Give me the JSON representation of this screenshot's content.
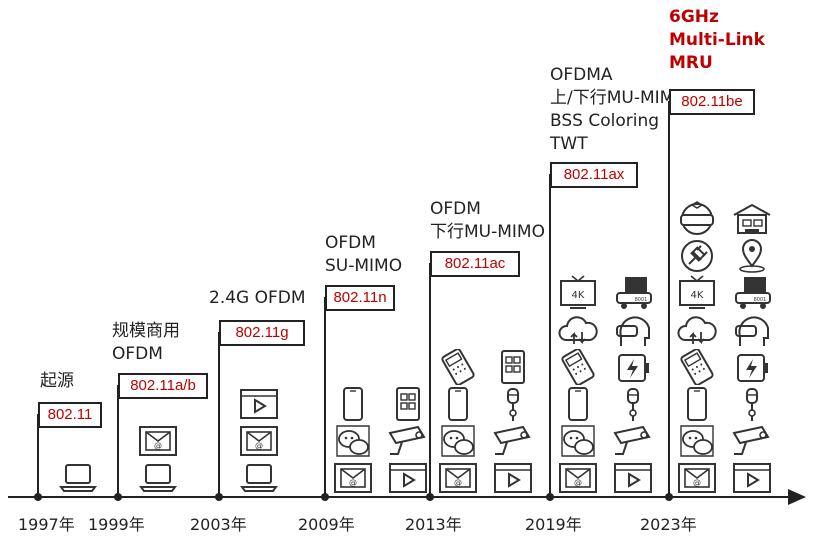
{
  "title": "",
  "colors": {
    "standard_text": "#c00000",
    "line": "#222222",
    "icon_stroke": "#333333"
  },
  "milestones": [
    {
      "year": "1997年",
      "standard": "802.11",
      "features": [
        "起源"
      ],
      "features_highlight": false,
      "icons": [
        [
          "laptop-icon"
        ]
      ]
    },
    {
      "year": "1999年",
      "standard": "802.11a/b",
      "features": [
        "规模商用",
        "OFDM"
      ],
      "features_highlight": false,
      "icons": [
        [
          "email-icon"
        ],
        [
          "laptop-icon"
        ]
      ]
    },
    {
      "year": "2003年",
      "standard": "802.11g",
      "features": [
        "2.4G OFDM"
      ],
      "features_highlight": false,
      "icons": [
        [
          "video-icon"
        ],
        [
          "email-icon"
        ],
        [
          "laptop-icon"
        ]
      ]
    },
    {
      "year": "2009年",
      "standard": "802.11n",
      "features": [
        "OFDM",
        "SU-MIMO"
      ],
      "features_highlight": false,
      "icons": [
        [
          "phone-icon",
          "tablet-icon"
        ],
        [
          "chat-icon",
          "camera-icon"
        ],
        [
          "email-icon",
          "video-icon"
        ]
      ]
    },
    {
      "year": "2013年",
      "standard": "802.11ac",
      "features": [
        "OFDM",
        "下行MU-MIMO"
      ],
      "features_highlight": false,
      "icons": [
        [
          "pos-terminal-icon",
          "tablet-icon"
        ],
        [
          "phone-icon",
          "iv-drip-icon"
        ],
        [
          "chat-icon",
          "camera-icon"
        ],
        [
          "email-icon",
          "video-icon"
        ]
      ]
    },
    {
      "year": "2019年",
      "standard": "802.11ax",
      "features": [
        "OFDMA",
        "上/下行MU-MIMO",
        "BSS Coloring",
        "TWT"
      ],
      "features_highlight": false,
      "icons": [
        [
          "tv-4k-icon",
          "robot-cart-icon"
        ],
        [
          "cloud-sync-icon",
          "vr-headset-icon"
        ],
        [
          "pos-terminal-icon",
          "battery-charge-icon"
        ],
        [
          "phone-icon",
          "iv-drip-icon"
        ],
        [
          "chat-icon",
          "camera-icon"
        ],
        [
          "email-icon",
          "video-icon"
        ]
      ]
    },
    {
      "year": "2023年",
      "standard": "802.11be",
      "features": [
        "6GHz",
        "Multi-Link",
        "MRU"
      ],
      "features_highlight": true,
      "icons": [
        [
          "vr-viewer-icon",
          "smart-factory-icon"
        ],
        [
          "ev-plug-icon",
          "location-pin-icon"
        ],
        [
          "tv-4k-icon",
          "robot-cart-icon"
        ],
        [
          "cloud-sync-icon",
          "vr-headset-icon"
        ],
        [
          "pos-terminal-icon",
          "battery-charge-icon"
        ],
        [
          "phone-icon",
          "iv-drip-icon"
        ],
        [
          "chat-icon",
          "camera-icon"
        ],
        [
          "email-icon",
          "video-icon"
        ]
      ]
    }
  ]
}
